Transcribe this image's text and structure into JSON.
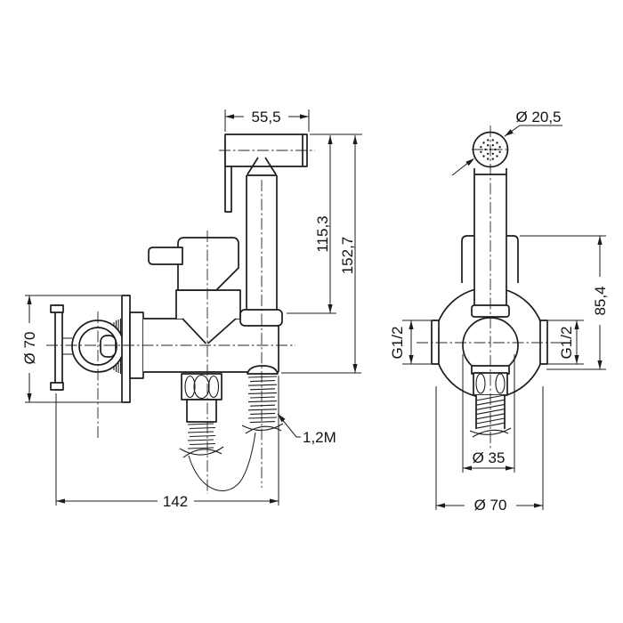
{
  "drawing": {
    "title": "Wall-mounted bidet hand-shower mixer — dimensioned technical drawing",
    "views": {
      "left": "side view",
      "right": "front view"
    },
    "line_color": "#1c1c1c",
    "background": "#ffffff",
    "dimensions": {
      "head_width": "55,5",
      "spray_head_diameter": "Ø 20,5",
      "height_body_to_head_top": "115,3",
      "height_outlet_to_head_top": "152,7",
      "wall_plate_diameter_side": "Ø 70",
      "hose_length": "1,2M",
      "overall_depth": "142",
      "holder_height": "85,4",
      "inlet_thread_left": "G1/2",
      "inlet_thread_right": "G1/2",
      "holder_diameter": "Ø 35",
      "wall_plate_diameter_front": "Ø 70"
    }
  }
}
